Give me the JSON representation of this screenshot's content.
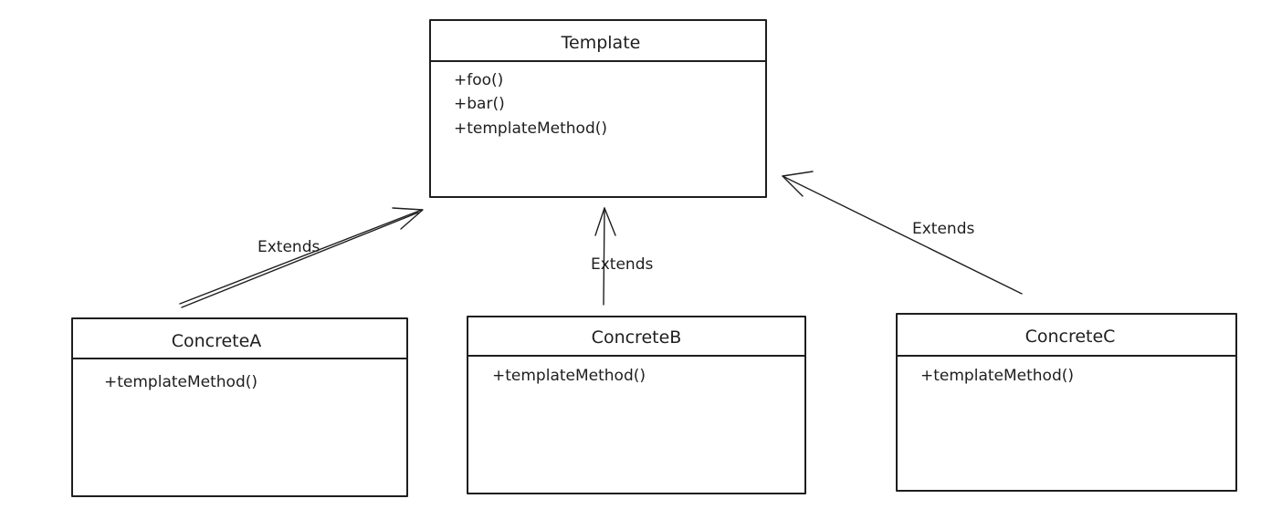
{
  "classes": {
    "template": {
      "name": "Template",
      "members": [
        "+foo()",
        "+bar()",
        "+templateMethod()"
      ]
    },
    "concrete_a": {
      "name": "ConcreteA",
      "members": [
        "+templateMethod()"
      ]
    },
    "concrete_b": {
      "name": "ConcreteB",
      "members": [
        "+templateMethod()"
      ]
    },
    "concrete_c": {
      "name": "ConcreteC",
      "members": [
        "+templateMethod()"
      ]
    }
  },
  "relationships": [
    {
      "from": "ConcreteA",
      "to": "Template",
      "label": "Extends"
    },
    {
      "from": "ConcreteB",
      "to": "Template",
      "label": "Extends"
    },
    {
      "from": "ConcreteC",
      "to": "Template",
      "label": "Extends"
    }
  ]
}
